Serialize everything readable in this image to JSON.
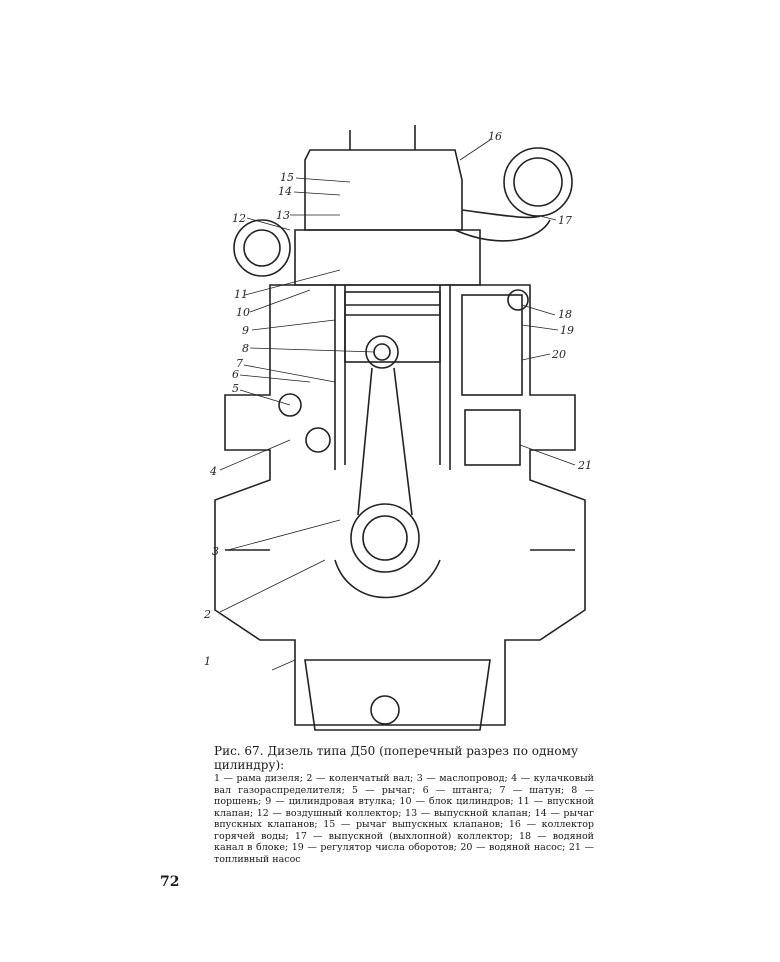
{
  "figure": {
    "labels": [
      "1",
      "2",
      "3",
      "4",
      "5",
      "6",
      "7",
      "8",
      "9",
      "10",
      "11",
      "12",
      "13",
      "14",
      "15",
      "16",
      "17",
      "18",
      "19",
      "20",
      "21"
    ]
  },
  "caption": {
    "title": "Рис. 67. Дизель  типа Д50  (поперечный разрез по одному цилиндру):",
    "legend": "1 — рама дизеля; 2 — коленчатый вал; 3 — маслопровод; 4 — кулачковый вал газораспределителя; 5 — рычаг; 6 — штанга; 7 — шатун; 8 — поршень; 9 — цилиндровая втулка; 10 — блок цилиндров; 11 — впускной клапан; 12 — воздушный коллектор; 13 — выпускной клапан; 14 — рычаг впускных клапанов; 15 — рычаг выпускных клапанов; 16 — коллектор горячей воды; 17 — выпускной (выхлопной) коллектор; 18 — водяной канал в блоке; 19 — регулятор числа оборотов; 20 — водяной насос; 21 — топливный насос"
  },
  "page_number": "72"
}
